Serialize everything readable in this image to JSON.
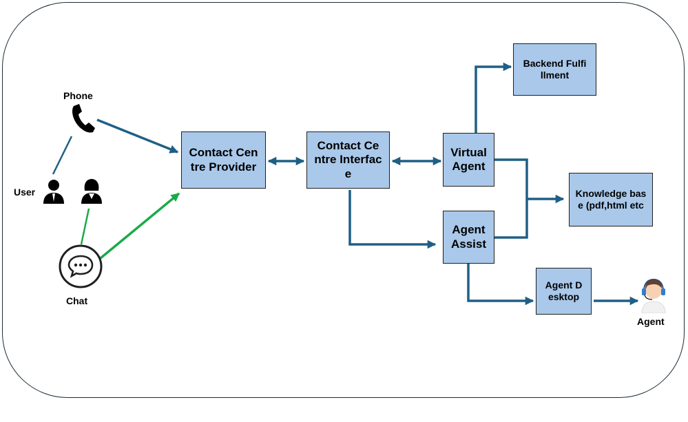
{
  "nodes": {
    "ccp": "Contact Centre Provider",
    "cci": "Contact Centre Interface",
    "virtual_agent": "Virtual Agent",
    "agent_assist": "Agent Assist",
    "backend": "Backend Fulfillment",
    "knowledge": "Knowledge base (pdf,html etc",
    "agent_desktop": "Agent Desktop"
  },
  "labels": {
    "phone": "Phone",
    "user": "User",
    "chat": "Chat",
    "agent": "Agent"
  },
  "colors": {
    "box_fill": "#a9c8ea",
    "arrow_blue": "#1f5f85",
    "arrow_green": "#1aaa48"
  },
  "icons": [
    "phone-icon",
    "user-male-icon",
    "user-female-icon",
    "chat-icon",
    "agent-headset-icon"
  ]
}
